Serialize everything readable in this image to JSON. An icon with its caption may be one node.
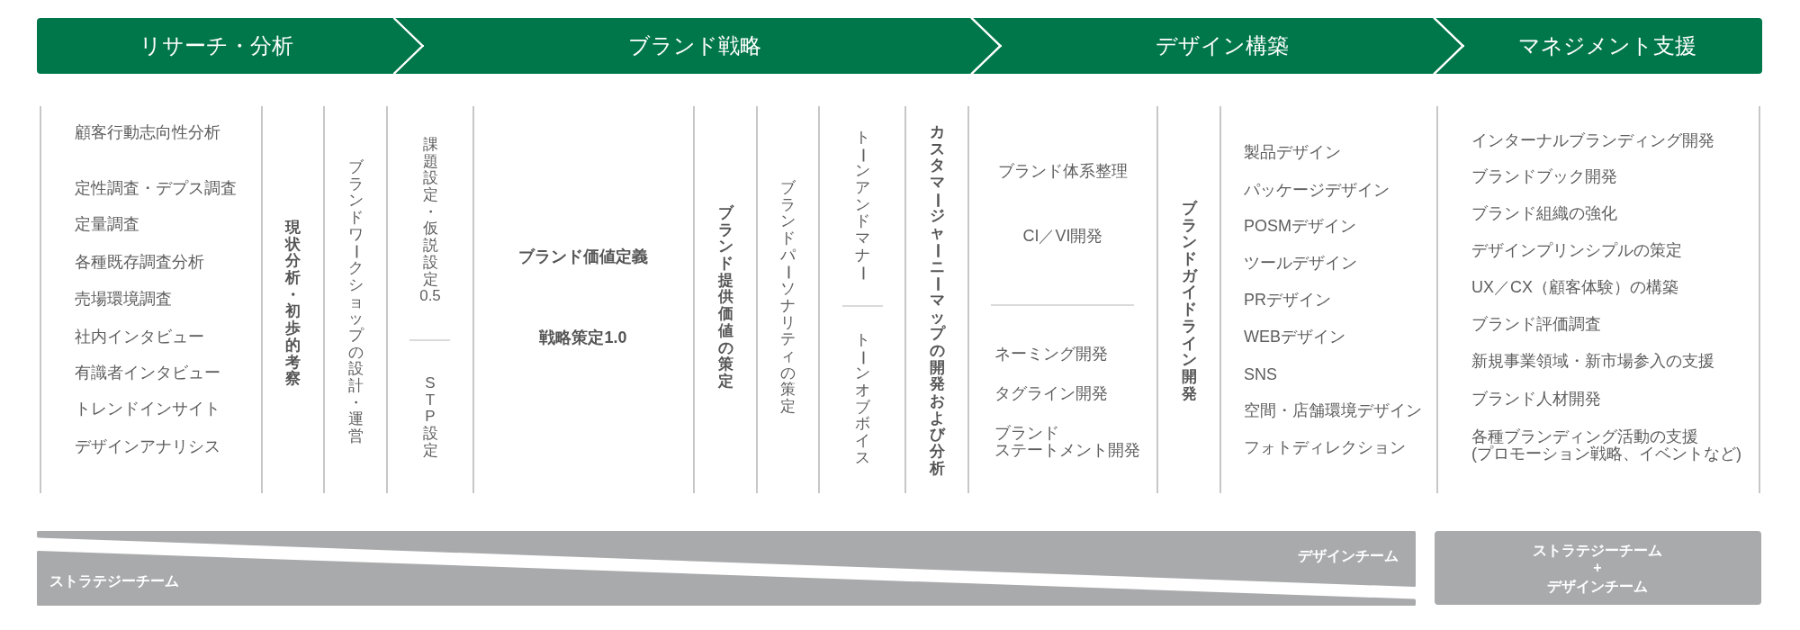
{
  "diagram": {
    "nodes": [
      {
        "text": [
          "リサーチ・分析"
        ]
      },
      {
        "text": [
          "ブランド戦略"
        ]
      },
      {
        "text": [
          "デザイン構築"
        ]
      },
      {
        "text": [
          "マネジメント支援"
        ]
      },
      {
        "text": [
          "デザインチーム"
        ]
      },
      {
        "text": [
          "ストラテジーチーム"
        ]
      },
      {
        "text": [
          "ストラテジーチーム",
          "+",
          "デザインチーム"
        ]
      }
    ],
    "edges": [
      {
        "from": 0,
        "to": 1,
        "arrow": "to"
      },
      {
        "from": 1,
        "to": 2,
        "arrow": "to"
      },
      {
        "from": 2,
        "to": 3,
        "arrow": "to"
      }
    ],
    "labels": [
      "顧客行動志向性分析",
      "定性調査・デプス調査",
      "定量調査",
      "各種既存調査分析",
      "売場環境調査",
      "社内インタビュー",
      "有識者インタビュー",
      "トレンドインサイト",
      "デザインアナリシス",
      "現状分析・初歩的考察",
      "ブランドワークショップの設計・運営",
      "課題設定・仮説設定0.5",
      "STP設定",
      "ブランド価値定義",
      "戦略策定1.0",
      "ブランド提供価値の策定",
      "ブランドパーソナリティの策定",
      "トーンアンドマナー",
      "トーンオブボイス",
      "カスタマージャーニーマップの開発および分析",
      "ブランド体系整理",
      "CI／VI開発",
      "ネーミング開発",
      "タグライン開発",
      "ブランドステートメント開発",
      "ブランドガイドライン開発",
      "製品デザイン",
      "パッケージデザイン",
      "POSMデザイン",
      "ツールデザイン",
      "PRデザイン",
      "WEBデザイン",
      "SNS",
      "空間・店舗環境デザイン",
      "フォトディレクション",
      "インターナルブランディング開発",
      "ブランドブック開発",
      "ブランド組織の強化",
      "デザインプリンシプルの策定",
      "UX／CX（顧客体験）の構築",
      "ブランド評価調査",
      "新規事業領域・新市場参入の支援",
      "ブランド人材開発",
      "各種ブランディング活動の支援(プロモーション戦略、イベントなど)"
    ]
  }
}
